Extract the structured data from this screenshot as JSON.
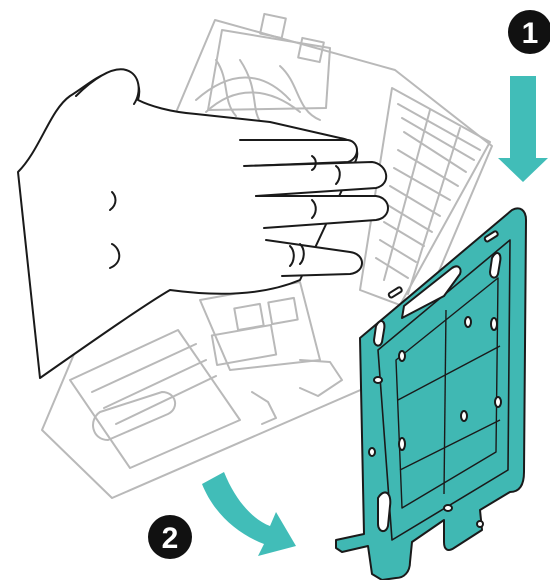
{
  "steps": [
    {
      "number": "1",
      "arrow": "down-arrow"
    },
    {
      "number": "2",
      "arrow": "curved-arrow-down-right"
    }
  ],
  "colors": {
    "plate": "#40b8b3",
    "arrow": "#41bdb8",
    "device_outline": "#b9b9b9",
    "hand_outline": "#1a1a1a",
    "badge": "#111111"
  }
}
